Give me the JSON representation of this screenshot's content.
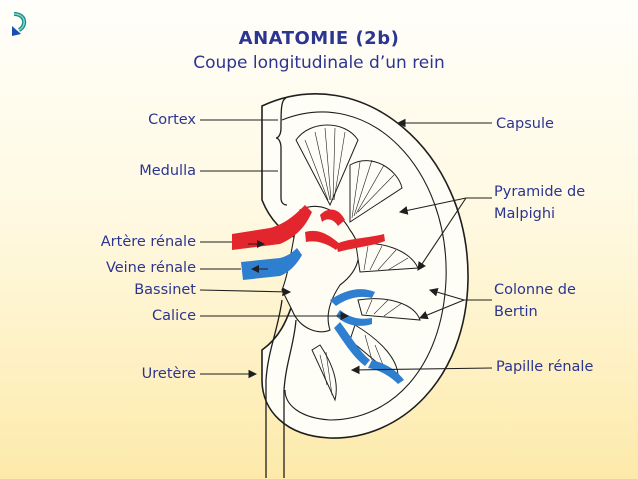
{
  "header": {
    "title": "ANATOMIE (2b)",
    "subtitle": "Coupe longitudinale d’un rein"
  },
  "nav": {
    "icon": "circular-arrow-icon"
  },
  "labels_left": {
    "cortex": "Cortex",
    "medulla": "Medulla",
    "artere": "Artère rénale",
    "veine": "Veine rénale",
    "bassinet": "Bassinet",
    "calice": "Calice",
    "uretere": "Uretère"
  },
  "labels_right": {
    "capsule": "Capsule",
    "pyramide_1": "Pyramide de",
    "pyramide_2": "Malpighi",
    "colonne_1": "Colonne de",
    "colonne_2": "Bertin",
    "papille": "Papille rénale"
  },
  "colors": {
    "title": "#2c3590",
    "artery": "#e3262e",
    "vein": "#2f7fd0",
    "outline": "#1f1f1f"
  }
}
